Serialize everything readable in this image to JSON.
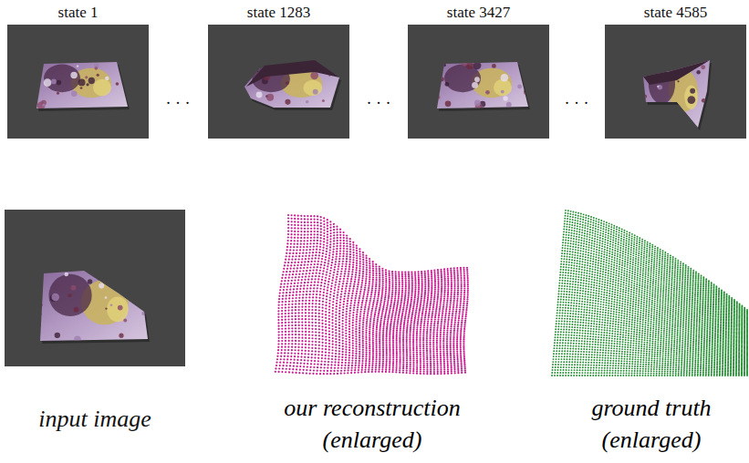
{
  "diagram": {
    "nodes": [
      {
        "text": [
          "state 1"
        ]
      },
      {
        "text": [
          "state 1283"
        ]
      },
      {
        "text": [
          "state 3427"
        ]
      },
      {
        "text": [
          "state 4585"
        ]
      },
      {
        "text": [
          "input image"
        ]
      }
    ],
    "labels": [
      "· · ·",
      "· · ·",
      "· · ·",
      "our reconstruction (enlarged)",
      "ground truth (enlarged)"
    ]
  }
}
